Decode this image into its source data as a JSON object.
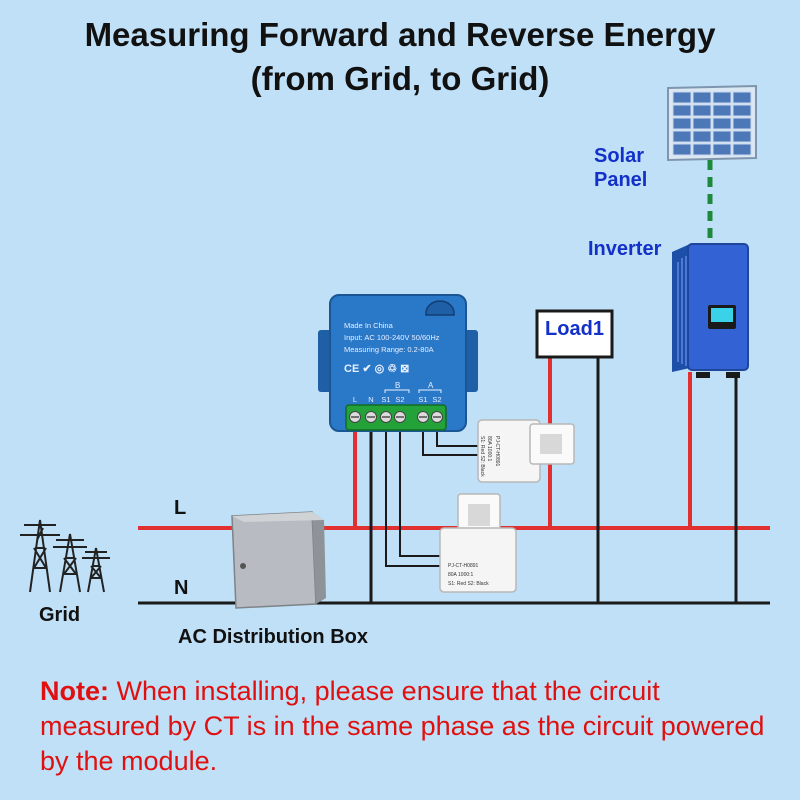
{
  "title": {
    "line1": "Measuring  Forward and Reverse Energy",
    "line2": "(from Grid, to Grid)"
  },
  "labels": {
    "solar_line1": "Solar",
    "solar_line2": "Panel",
    "inverter": "Inverter",
    "load": "Load1",
    "line_l": "L",
    "line_n": "N",
    "grid": "Grid",
    "distribution_box": "AC Distribution Box"
  },
  "module": {
    "line1": "Made In China",
    "line2": "Input: AC 100-240V 50/60Hz",
    "line3": "Measuring Range: 0.2-80A",
    "marks": "CE ✔ ◎ ♲ ⊠",
    "group_b": "B",
    "group_a": "A",
    "terminals": [
      "L",
      "N",
      "S1",
      "S2",
      "S1",
      "S2"
    ]
  },
  "ct_sensors": [
    {
      "lines": [
        "PJ-CT-H0891",
        "80A 1000:1",
        "S1: Red S2: Black"
      ]
    },
    {
      "lines": [
        "PJ-CT-H0891",
        "80A 1000:1",
        "S1: Red  S2: Black"
      ]
    }
  ],
  "note": {
    "heading": "Note:",
    "body": "When installing, please ensure that the circuit measured by CT is in the same phase as the circuit powered by the module."
  },
  "colors": {
    "background": "#bfe0f6",
    "live_wire": "#e23030",
    "neutral_wire": "#1a1a1a",
    "module_blue": "#2a78c8",
    "label_blue": "#1330c9",
    "note_red": "#e01010"
  }
}
